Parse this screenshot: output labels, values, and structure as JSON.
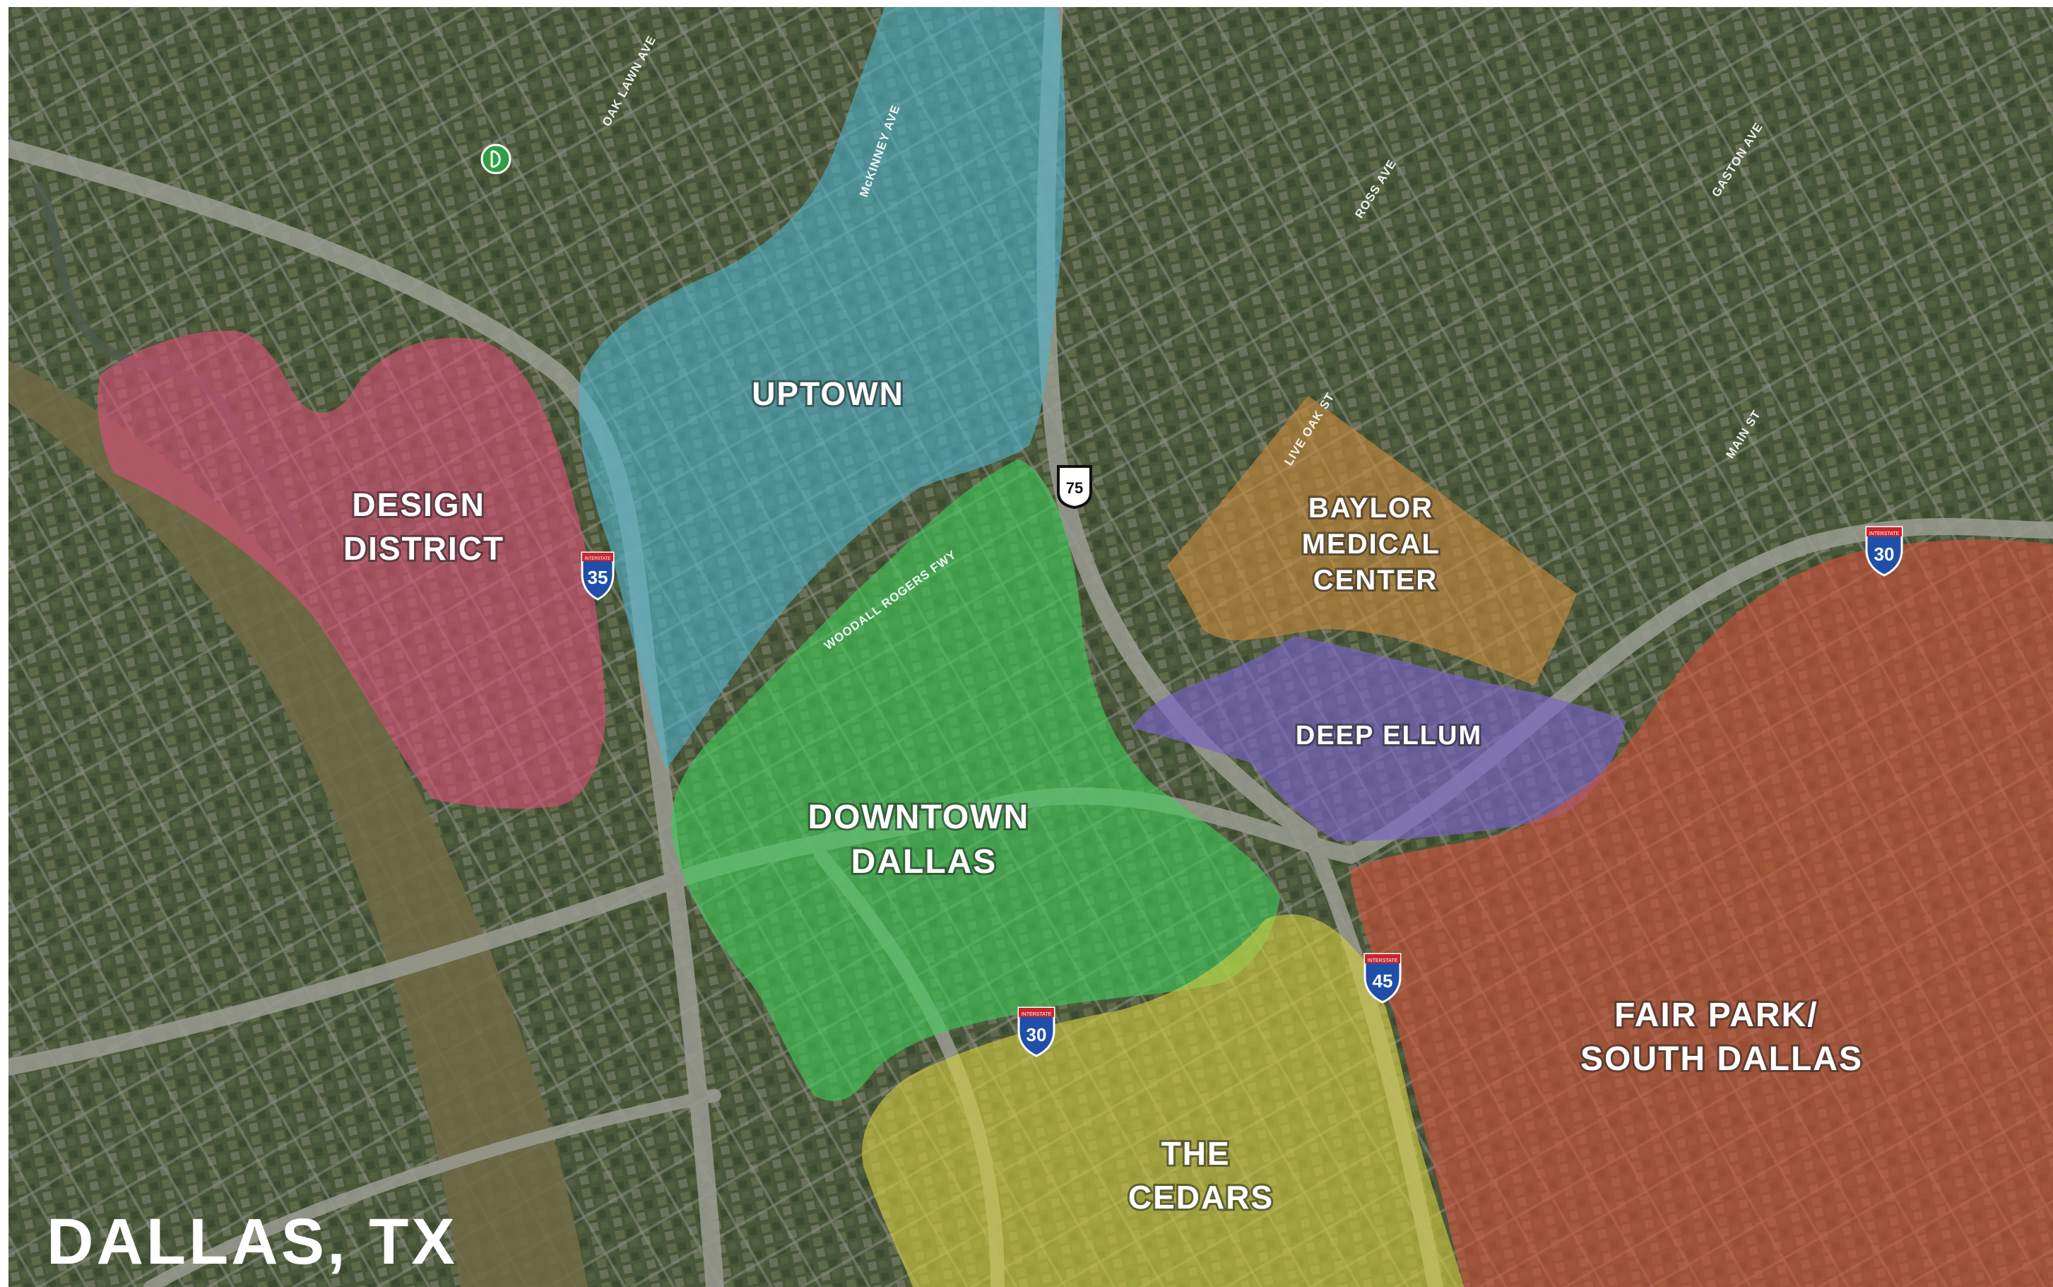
{
  "map": {
    "city_label": "DALLAS, TX",
    "districts": [
      {
        "id": "design-district",
        "lines": [
          "DESIGN",
          "DISTRICT"
        ],
        "color": "#d94f76"
      },
      {
        "id": "uptown",
        "lines": [
          "UPTOWN"
        ],
        "color": "#4fb1c9"
      },
      {
        "id": "downtown-dallas",
        "lines": [
          "DOWNTOWN",
          "DALLAS"
        ],
        "color": "#3fcc5a"
      },
      {
        "id": "baylor-medical-center",
        "lines": [
          "BAYLOR",
          "MEDICAL",
          "CENTER"
        ],
        "color": "#c98a3e"
      },
      {
        "id": "deep-ellum",
        "lines": [
          "DEEP ELLUM"
        ],
        "color": "#7a63c9"
      },
      {
        "id": "fair-park-south-dallas",
        "lines": [
          "FAIR PARK/",
          "SOUTH DALLAS"
        ],
        "color": "#d1503a"
      },
      {
        "id": "the-cedars",
        "lines": [
          "THE",
          "CEDARS"
        ],
        "color": "#d3cd42"
      }
    ],
    "streets": [
      "OAK LAWN AVE",
      "McKINNEY AVE",
      "ROSS AVE",
      "GASTON AVE",
      "LIVE OAK ST",
      "MAIN ST",
      "WOODALL ROGERS FWY"
    ],
    "interstate_header": "INTERSTATE",
    "highways": [
      {
        "id": "i35",
        "type": "interstate",
        "number": "35"
      },
      {
        "id": "us75",
        "type": "us",
        "number": "75"
      },
      {
        "id": "i30-east",
        "type": "interstate",
        "number": "30"
      },
      {
        "id": "i30-south",
        "type": "interstate",
        "number": "30"
      },
      {
        "id": "i45",
        "type": "interstate",
        "number": "45"
      }
    ],
    "colors": {
      "aerial_base": "#4d5a3c",
      "river": "#6e6a47",
      "freeway": "#9a9c92"
    }
  }
}
